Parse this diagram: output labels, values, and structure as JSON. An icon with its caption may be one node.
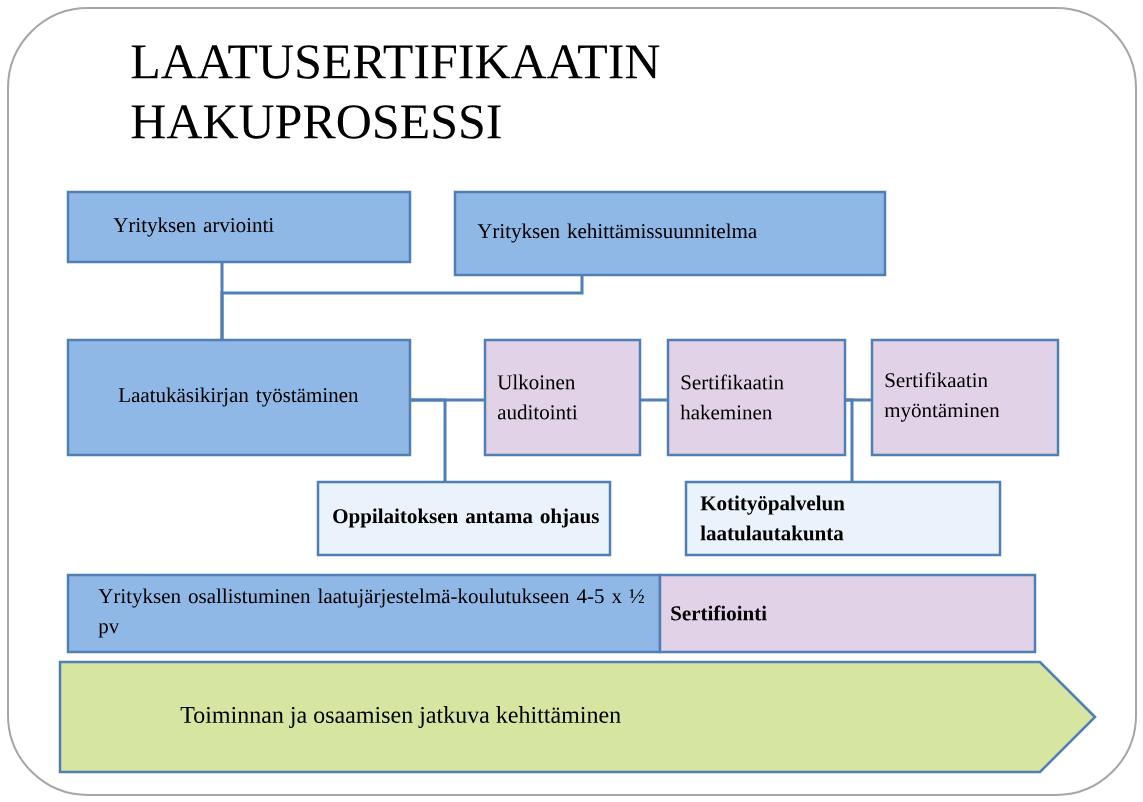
{
  "diagram": {
    "title": "LAATUSERTIFIKAATIN HAKUPROSESSI",
    "nodes": [
      {
        "text": [
          "Yrityksen arviointi"
        ]
      },
      {
        "text": [
          "Yrityksen kehittämissuunnitelma"
        ]
      },
      {
        "text": [
          "Laatukäsikirjan työstäminen"
        ]
      },
      {
        "text": [
          "Ulkoinen auditointi"
        ]
      },
      {
        "text": [
          "Sertifikaatin hakeminen"
        ]
      },
      {
        "text": [
          "Sertifikaatin myöntäminen"
        ]
      },
      {
        "text": [
          "Oppilaitoksen antama ohjaus"
        ]
      },
      {
        "text": [
          "Kotityöpalvelun laatulautakunta"
        ]
      },
      {
        "text": [
          "Yrityksen osallistuminen laatujärjestelmä-koulutukseen 4-5 x ½ pv"
        ]
      },
      {
        "text": [
          "Sertifiointi"
        ]
      },
      {
        "text": [
          "Toiminnan ja osaamisen jatkuva kehittäminen"
        ]
      }
    ],
    "edges": [
      {
        "from": 0,
        "to": 2,
        "arrow": "none"
      },
      {
        "from": 1,
        "to": 2,
        "arrow": "none"
      },
      {
        "from": 2,
        "to": 3,
        "arrow": "none"
      },
      {
        "from": 2,
        "to": 6,
        "arrow": "none"
      },
      {
        "from": 3,
        "to": 4,
        "arrow": "none"
      },
      {
        "from": 4,
        "to": 5,
        "arrow": "none"
      },
      {
        "from": 4,
        "to": 7,
        "arrow": "none"
      }
    ]
  }
}
